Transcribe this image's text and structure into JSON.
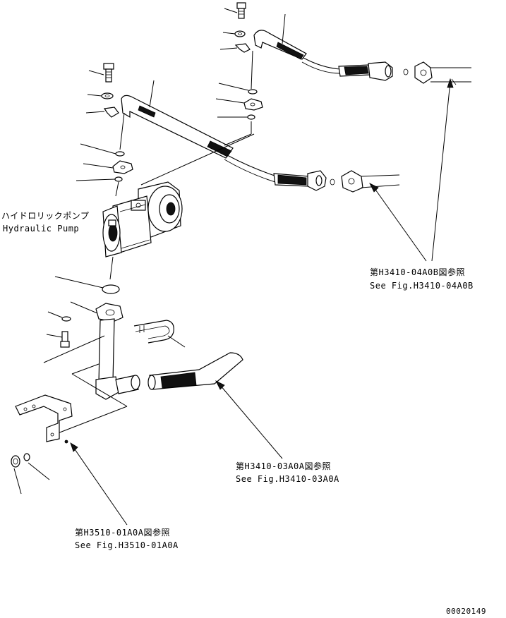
{
  "pump_label": {
    "jp": "ハイドロリックポンプ",
    "en": "Hydraulic Pump"
  },
  "references": [
    {
      "jp": "第H3410-04A0B図参照",
      "en": "See Fig.H3410-04A0B"
    },
    {
      "jp": "第H3410-03A0A図参照",
      "en": "See Fig.H3410-03A0A"
    },
    {
      "jp": "第H3510-01A0A図参照",
      "en": "See Fig.H3510-01A0A"
    }
  ],
  "drawing_number": "00020149"
}
